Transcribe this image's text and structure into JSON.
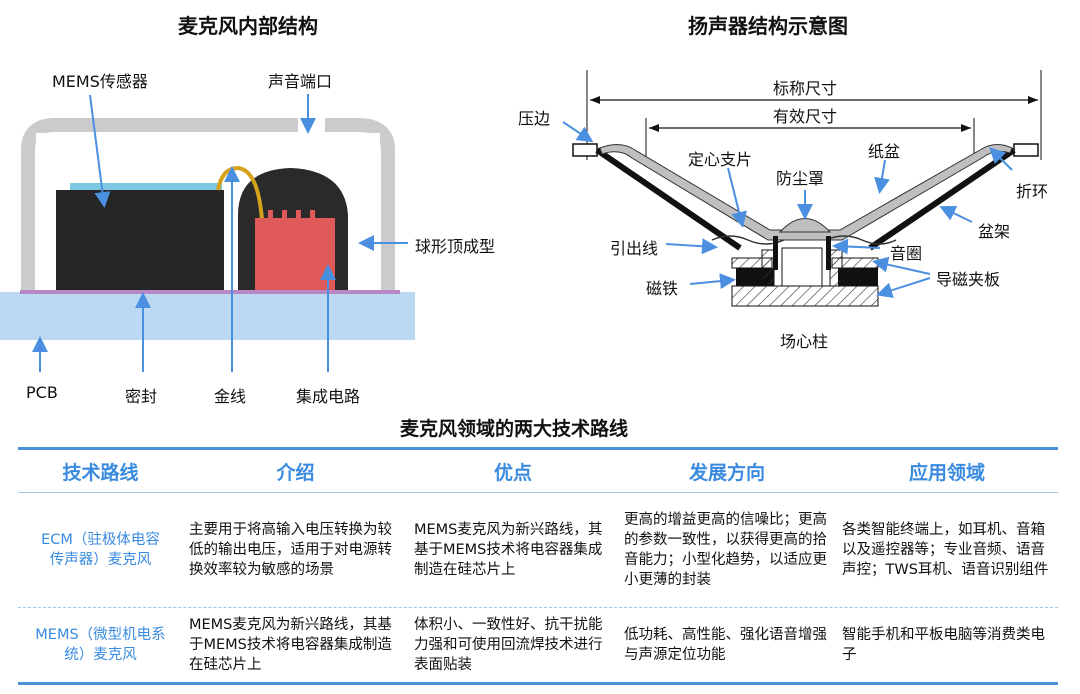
{
  "mic": {
    "title": "麦克风内部结构",
    "labels": {
      "mems_sensor": "MEMS传感器",
      "sound_port": "声音端口",
      "dome": "球形顶成型",
      "pcb": "PCB",
      "seal": "密封",
      "gold_wire": "金线",
      "ic": "集成电路"
    }
  },
  "speaker": {
    "title": "扬声器结构示意图",
    "labels": {
      "nominal_size": "标称尺寸",
      "effective_size": "有效尺寸",
      "press_edge": "压边",
      "spider": "定心支片",
      "cone": "纸盆",
      "dust_cap": "防尘罩",
      "surround": "折环",
      "basket": "盆架",
      "lead_wire": "引出线",
      "voice_coil": "音圈",
      "magnet": "磁铁",
      "top_plate": "导磁夹板",
      "pole": "场心柱"
    }
  },
  "table": {
    "title": "麦克风领域的两大技术路线",
    "headers": [
      "技术路线",
      "介绍",
      "优点",
      "发展方向",
      "应用领域"
    ],
    "rows": [
      {
        "name": "ECM（驻极体电容传声器）麦克风",
        "intro": "主要用于将高输入电压转换为较低的输出电压，适用于对电源转换效率较为敏感的场景",
        "pros": "MEMS麦克风为新兴路线，其基于MEMS技术将电容器集成制造在硅芯片上",
        "direction": "更高的增益更高的信噪比；更高的参数一致性，以获得更高的拾音能力；小型化趋势，以适应更小更薄的封装",
        "apps": "各类智能终端上，如耳机、音箱以及遥控器等；专业音频、语音声控；TWS耳机、语音识别组件"
      },
      {
        "name": "MEMS（微型机电系统）麦克风",
        "intro": "MEMS麦克风为新兴路线，其基于MEMS技术将电容器集成制造在硅芯片上",
        "pros": "体积小、一致性好、抗干扰能力强和可使用回流焊技术进行表面贴装",
        "direction": "低功耗、高性能、强化语音增强与声源定位功能",
        "apps": "智能手机和平板电脑等消费类电子"
      }
    ]
  },
  "colors": {
    "accent_blue": "#3a8be0",
    "pcb_blue": "#bcd9f4",
    "ic_red": "#e05a5a",
    "arrow_blue": "#4a8fe0"
  }
}
